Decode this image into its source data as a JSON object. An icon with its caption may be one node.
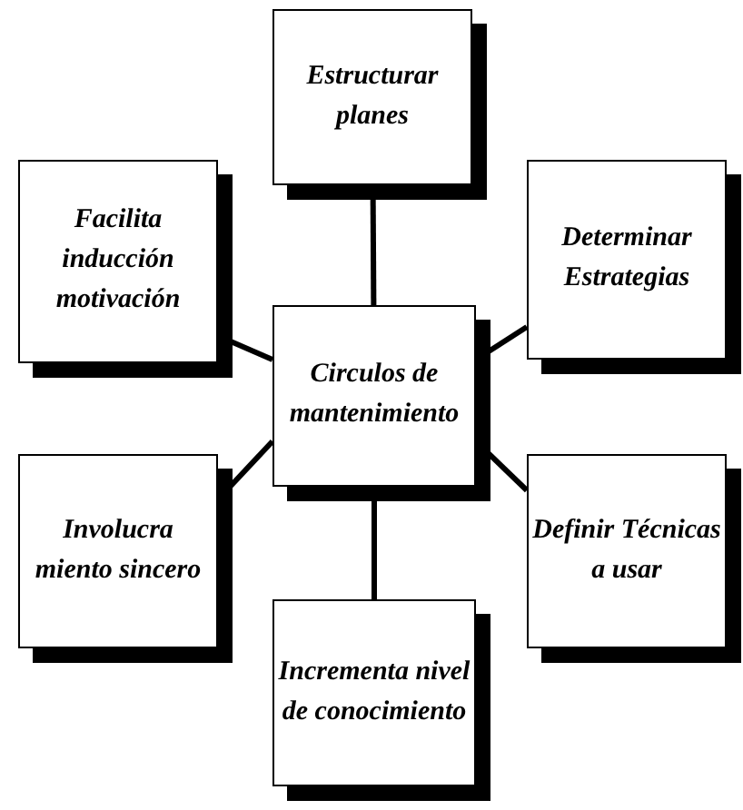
{
  "diagram": {
    "nodes": [
      {
        "text": [
          "Estructurar planes"
        ]
      },
      {
        "text": [
          "Facilita inducción motivación"
        ]
      },
      {
        "text": [
          "Determinar Estrategias"
        ]
      },
      {
        "text": [
          "Circulos de mantenimiento"
        ]
      },
      {
        "text": [
          "Involucra miento sincero"
        ]
      },
      {
        "text": [
          "Definir Técnicas a usar"
        ]
      },
      {
        "text": [
          "Incrementa nivel de conocimiento"
        ]
      }
    ],
    "edges": [
      {
        "from": 3,
        "to": 0,
        "arrow": "none"
      },
      {
        "from": 3,
        "to": 1,
        "arrow": "none"
      },
      {
        "from": 3,
        "to": 2,
        "arrow": "none"
      },
      {
        "from": 3,
        "to": 4,
        "arrow": "none"
      },
      {
        "from": 3,
        "to": 5,
        "arrow": "none"
      },
      {
        "from": 3,
        "to": 6,
        "arrow": "none"
      }
    ]
  }
}
